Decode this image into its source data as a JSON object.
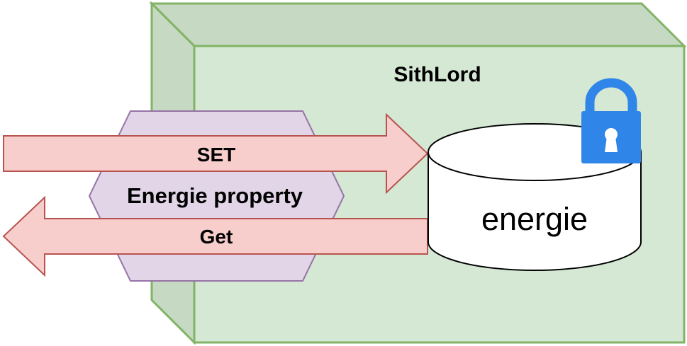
{
  "class_box": {
    "title": "SithLord"
  },
  "property": {
    "label": "Energie property"
  },
  "set_arrow": {
    "label": "SET"
  },
  "get_arrow": {
    "label": "Get"
  },
  "field": {
    "label": "energie"
  },
  "lock": {
    "icon": "lock-icon"
  },
  "colors": {
    "class_fill": "#d5e8d4",
    "class_side": "#c5d9c3",
    "class_stroke": "#82b366",
    "property_fill": "#e1d5e7",
    "property_stroke": "#9673a6",
    "arrow_fill": "#f8cecc",
    "arrow_stroke": "#b85450",
    "lock_blue": "#2f86e8"
  }
}
